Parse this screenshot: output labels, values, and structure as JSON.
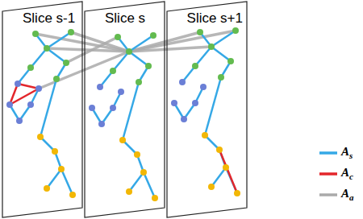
{
  "diagram": {
    "nodes": [
      {
        "text": [
          "Slice s-1"
        ]
      },
      {
        "text": [
          "Slice s"
        ]
      },
      {
        "text": [
          "Slice s+1"
        ]
      }
    ],
    "legend": [
      {
        "text": "As"
      },
      {
        "text": "Ac"
      },
      {
        "text": "Aa"
      }
    ]
  }
}
